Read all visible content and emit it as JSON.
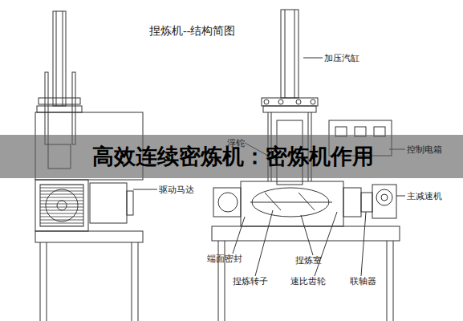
{
  "diagram": {
    "title": "捏炼机--结构简图",
    "nodes": [
      {
        "text": [
          "高效连续密炼机：密炼机作用"
        ]
      }
    ],
    "labels": [
      "加压汽缸",
      "控制电箱",
      "浮铊",
      "主减速机",
      "驱动马达",
      "端面密封",
      "捏炼室",
      "捏炼转子",
      "速比齿轮",
      "联轴器"
    ]
  }
}
